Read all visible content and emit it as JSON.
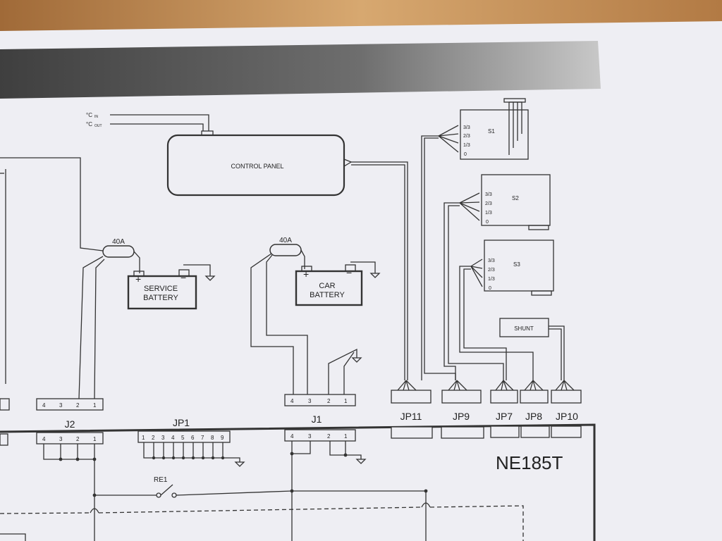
{
  "temps": {
    "cin": "°C",
    "cin_sub": "IN",
    "cout": "°C",
    "cout_sub": "OUT"
  },
  "control_panel": "CONTROL PANEL",
  "fuses": {
    "service": "40A",
    "car": "40A"
  },
  "batteries": {
    "service": [
      "SERVICE",
      "BATTERY"
    ],
    "car": [
      "CAR",
      "BATTERY"
    ],
    "plus": "+",
    "minus": "−"
  },
  "sensors": [
    {
      "name": "S1",
      "levels": [
        "3/3",
        "2/3",
        "1/3",
        "0"
      ]
    },
    {
      "name": "S2",
      "levels": [
        "3/3",
        "2/3",
        "1/3",
        "0"
      ]
    },
    {
      "name": "S3",
      "levels": [
        "3/3",
        "2/3",
        "1/3",
        "0"
      ]
    }
  ],
  "shunt": "SHUNT",
  "connectors": {
    "pins4": [
      "4",
      "3",
      "2",
      "1"
    ],
    "pins9": [
      "1",
      "2",
      "3",
      "4",
      "5",
      "6",
      "7",
      "8",
      "9"
    ],
    "labels": {
      "j2": "J2",
      "jp1": "JP1",
      "j1": "J1",
      "jp11": "JP11",
      "jp9": "JP9",
      "jp7": "JP7",
      "jp8": "JP8",
      "jp10": "JP10"
    }
  },
  "board": {
    "model": "NE185T",
    "relay": "RE1"
  }
}
